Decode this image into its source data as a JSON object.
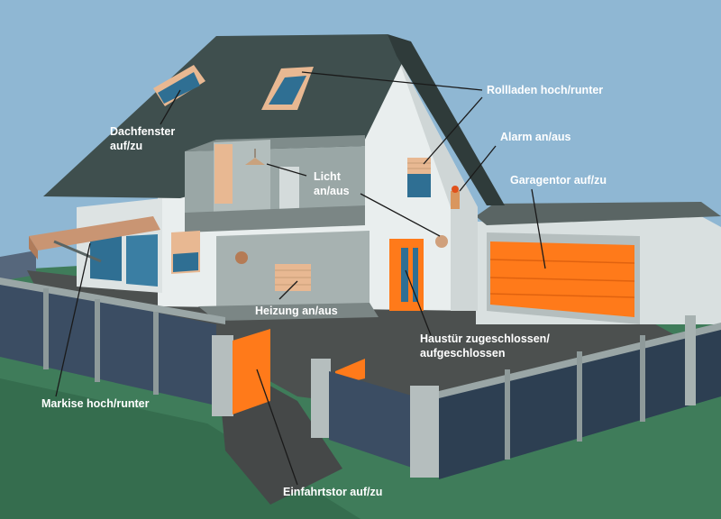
{
  "labels": {
    "rollladen": "Rollladen hoch/runter",
    "dachfenster_1": "Dachfenster",
    "dachfenster_2": "auf/zu",
    "alarm": "Alarm an/aus",
    "licht_1": "Licht",
    "licht_2": "an/aus",
    "garagentor": "Garagentor auf/zu",
    "heizung": "Heizung an/aus",
    "haustuer_1": "Haustür zugeschlossen/",
    "haustuer_2": "aufgeschlossen",
    "markise": "Markise hoch/runter",
    "einfahrtstor": "Einfahrtstor auf/zu"
  },
  "colors": {
    "sky": "#8fb7d3",
    "lawn": "#3d7a58",
    "ground": "#4a4d4d",
    "roof": "#3f4f4e",
    "wall": "#e9eeee",
    "interior": "#9aa7a6",
    "accent_orange": "#ff7a1a",
    "shutter": "#e8b892",
    "window_blue": "#2f6f93",
    "fence_panel": "#3b4d63",
    "label_dark": "#ffffff",
    "label_light": "#ffffff"
  }
}
